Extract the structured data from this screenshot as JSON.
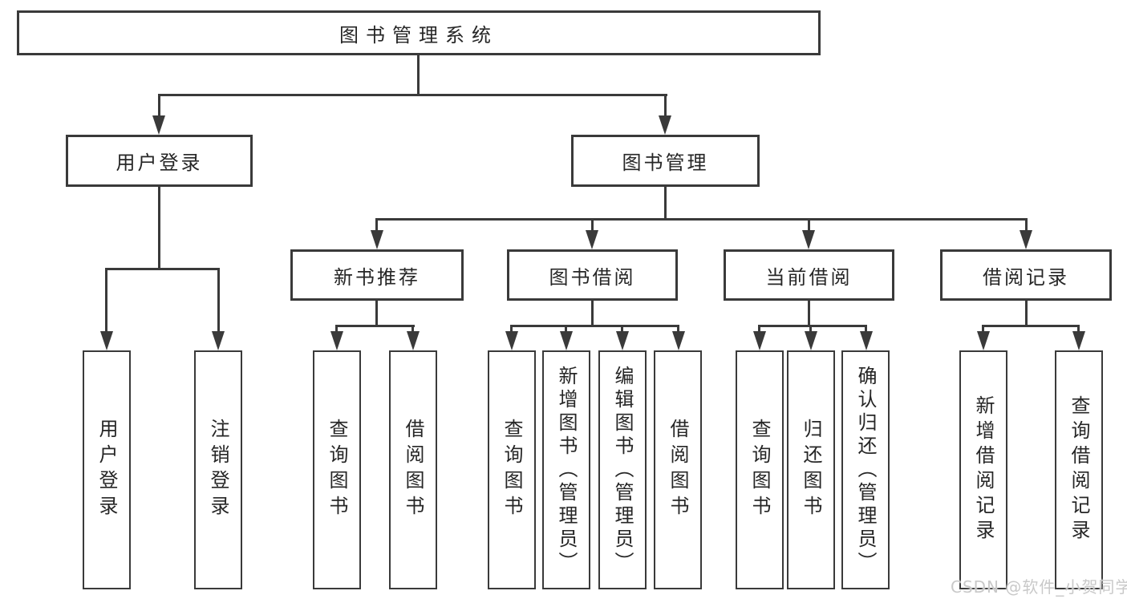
{
  "diagram_title": "图书管理系统",
  "tree": {
    "root": {
      "label": "图书管理系统"
    },
    "branches": [
      {
        "label": "用户登录",
        "children": [
          {
            "label": "用户登录"
          },
          {
            "label": "注销登录"
          }
        ]
      },
      {
        "label": "图书管理",
        "children": [
          {
            "label": "新书推荐",
            "children": [
              {
                "label": "查询图书"
              },
              {
                "label": "借阅图书"
              }
            ]
          },
          {
            "label": "图书借阅",
            "children": [
              {
                "label": "查询图书"
              },
              {
                "label": "新增图书（管理员）"
              },
              {
                "label": "编辑图书（管理员）"
              },
              {
                "label": "借阅图书"
              }
            ]
          },
          {
            "label": "当前借阅",
            "children": [
              {
                "label": "查询图书"
              },
              {
                "label": "归还图书"
              },
              {
                "label": "确认归还（管理员）"
              }
            ]
          },
          {
            "label": "借阅记录",
            "children": [
              {
                "label": "新增借阅记录"
              },
              {
                "label": "查询借阅记录"
              }
            ]
          }
        ]
      }
    ]
  },
  "watermark": {
    "text": "CSDN @软件_小贺同学"
  },
  "colors": {
    "line": "#3a3a3a",
    "text": "#262626",
    "background": "#ffffff",
    "watermark": "#c9c9c9"
  }
}
